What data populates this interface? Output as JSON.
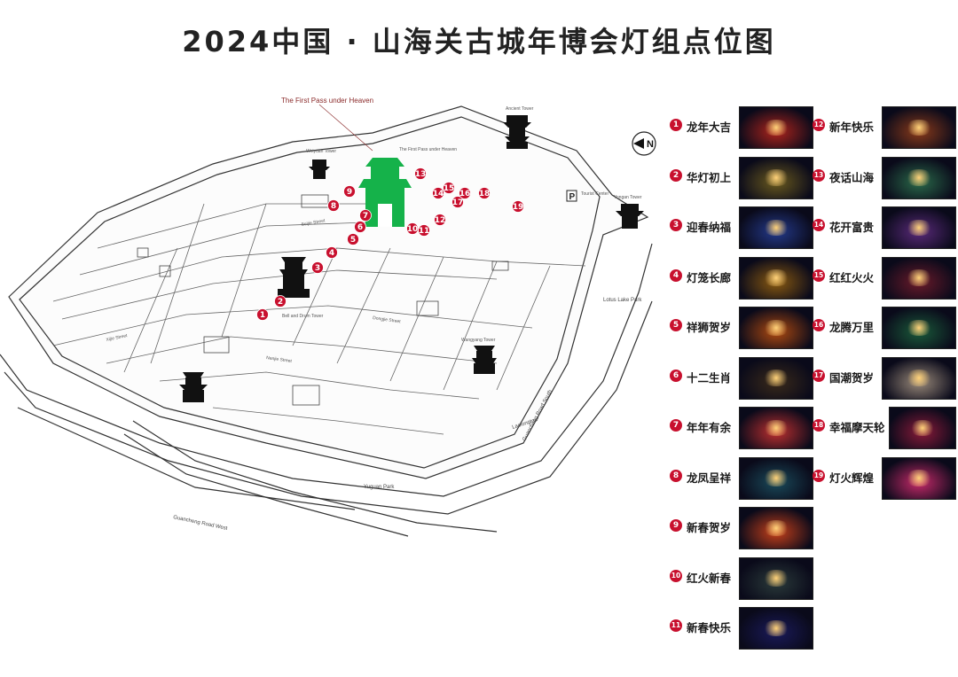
{
  "title": "2024中国 · 山海关古城年博会灯组点位图",
  "map": {
    "top_label": "The First Pass under Heaven",
    "north_label": "N",
    "parking_label": "P",
    "road_labels": [
      "Guancheng Road South",
      "Guancheng Road West",
      "Yuguan Park",
      "Lotus Lake Park",
      "Laolongtou"
    ],
    "small_labels": [
      "Tourist Center",
      "Ancient Tower",
      "Yongan Tower",
      "The First Pass under Heaven",
      "Weiyuan Tower",
      "Bell and Drum Tower",
      "Nanjie Street",
      "Xijie Street",
      "Dongjie Street",
      "Beijie Street",
      "Wangyang Tower"
    ],
    "pins": [
      "1",
      "2",
      "3",
      "4",
      "5",
      "6",
      "7",
      "8",
      "9",
      "10",
      "11",
      "12",
      "13",
      "14",
      "15",
      "16",
      "17",
      "18",
      "19"
    ]
  },
  "legend": [
    {
      "num": "1",
      "label": "龙年大吉",
      "color": "#b0241c"
    },
    {
      "num": "2",
      "label": "华灯初上",
      "color": "#6a5a1e"
    },
    {
      "num": "3",
      "label": "迎春纳福",
      "color": "#243a8c"
    },
    {
      "num": "4",
      "label": "灯笼长廊",
      "color": "#8a5a10"
    },
    {
      "num": "5",
      "label": "祥狮贺岁",
      "color": "#b04a10"
    },
    {
      "num": "6",
      "label": "十二生肖",
      "color": "#3a2a1a"
    },
    {
      "num": "7",
      "label": "年年有余",
      "color": "#c03030"
    },
    {
      "num": "8",
      "label": "龙凤呈祥",
      "color": "#1a4a5a"
    },
    {
      "num": "9",
      "label": "新春贺岁",
      "color": "#c8401a"
    },
    {
      "num": "10",
      "label": "红火新春",
      "color": "#2a3a3a"
    },
    {
      "num": "11",
      "label": "新春快乐",
      "color": "#1a1a5a"
    },
    {
      "num": "12",
      "label": "新年快乐",
      "color": "#8a3a1a"
    },
    {
      "num": "13",
      "label": "夜话山海",
      "color": "#2a6a4a"
    },
    {
      "num": "14",
      "label": "花开富贵",
      "color": "#5a2a7a"
    },
    {
      "num": "15",
      "label": "红红火火",
      "color": "#6a1a2a"
    },
    {
      "num": "16",
      "label": "龙腾万里",
      "color": "#1a5a3a"
    },
    {
      "num": "17",
      "label": "国潮贺岁",
      "color": "#9a8a7a"
    },
    {
      "num": "18",
      "label": "幸福摩天轮",
      "color": "#8a1a3a"
    },
    {
      "num": "19",
      "label": "灯火辉煌",
      "color": "#c82a6a"
    }
  ]
}
